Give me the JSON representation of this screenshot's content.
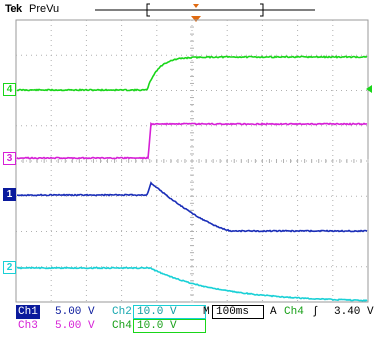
{
  "header": {
    "brand": "Tek",
    "mode": "PreVu"
  },
  "channels": [
    {
      "id": "4",
      "color": "#19d619"
    },
    {
      "id": "3",
      "color": "#d61fd6"
    },
    {
      "id": "1",
      "color": "#1a2eb8"
    },
    {
      "id": "2",
      "color": "#19d0d6"
    }
  ],
  "readout": {
    "ch1_label": "Ch1",
    "ch1_value": "5.00 V",
    "ch2_label": "Ch2",
    "ch2_value": "10.0 V",
    "ch3_label": "Ch3",
    "ch3_value": "5.00 V",
    "ch4_label": "Ch4",
    "ch4_value": "10.0 V",
    "timebase_prefix": "M",
    "timebase": "100ms",
    "trigger_mode": "A",
    "trigger_source": "Ch4",
    "trigger_slope": "∫",
    "trigger_level": "3.40 V"
  },
  "colors": {
    "grid": "#9a9a9a",
    "trigger_marker": "#e06a10",
    "ch1": "#1a2eb8",
    "ch2": "#19d0d6",
    "ch3": "#d61fd6",
    "ch4": "#19d619"
  }
}
